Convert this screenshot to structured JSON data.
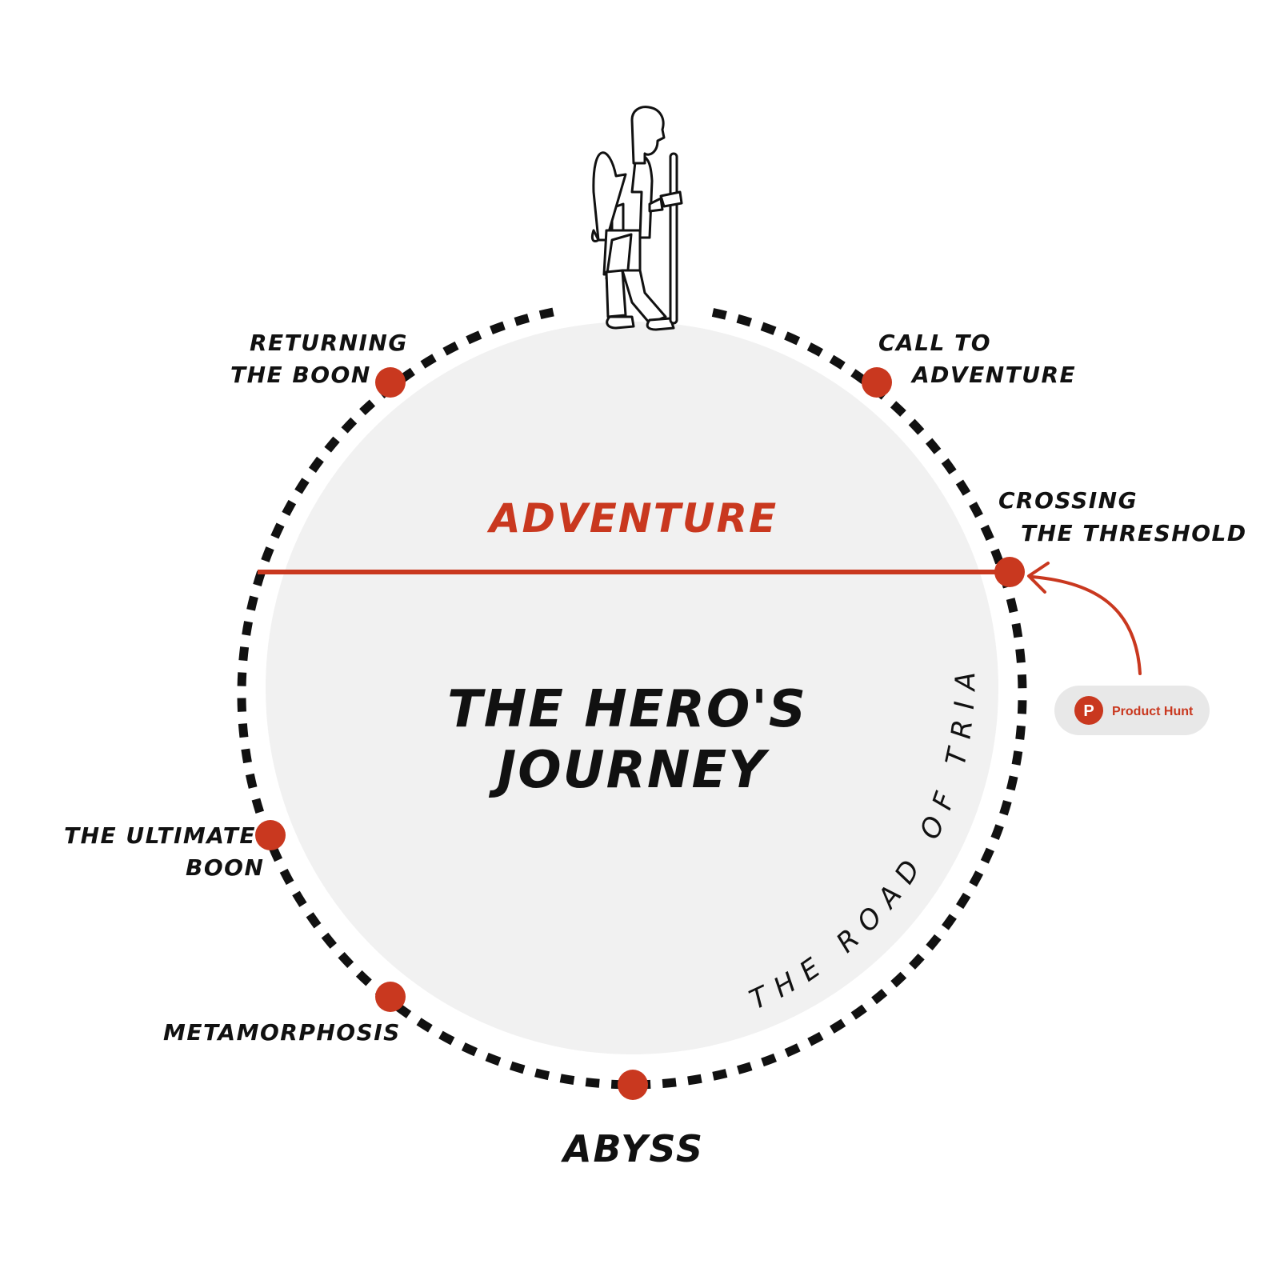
{
  "colors": {
    "accent": "#c9381f",
    "ink": "#111111",
    "circle_fill": "#f1f1f1",
    "badge_bg": "#e8e8e8",
    "badge_text": "#c9381f"
  },
  "diagram": {
    "title_line1": "THE HERO'S",
    "title_line2": "JOURNEY",
    "adventure_label": "ADVENTURE",
    "abyss_label": "ABYSS",
    "road_label": "THE ROAD OF TRIALS",
    "figure_icon": "hiker-icon"
  },
  "stages": {
    "returning_the_boon": {
      "line1": "RETURNING",
      "line2": "THE BOON"
    },
    "call_to_adventure": {
      "line1": "CALL TO",
      "line2": "ADVENTURE"
    },
    "crossing_the_threshold": {
      "line1": "CROSSING",
      "line2": "THE THRESHOLD"
    },
    "the_ultimate_boon": {
      "line1": "THE ULTIMATE",
      "line2": "BOON"
    },
    "metamorphosis": {
      "line1": "METAMORPHOSIS"
    }
  },
  "badge": {
    "label": "Product Hunt",
    "icon_letter": "P",
    "icon": "product-hunt-icon"
  }
}
